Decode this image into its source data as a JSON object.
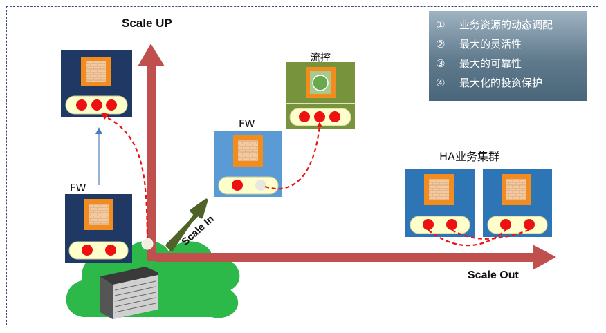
{
  "labels": {
    "scale_up": "Scale UP",
    "scale_out": "Scale Out",
    "scale_in": "Scale In",
    "fw_left": "FW",
    "fw_middle": "FW",
    "flow_control": "流控",
    "ha_cluster": "HA业务集群"
  },
  "legend": [
    {
      "num": "①",
      "text": "业务资源的动态调配"
    },
    {
      "num": "②",
      "text": "最大的灵活性"
    },
    {
      "num": "③",
      "text": "最大的可靠性"
    },
    {
      "num": "④",
      "text": "最大化的投资保护"
    }
  ],
  "colors": {
    "arrow_red": "#c0504d",
    "arrow_green": "#4f6228",
    "navy_box": "#1f3864",
    "blue_box": "#5b9bd5",
    "ha_box": "#2e75b6",
    "olive_box": "#77933c",
    "cloud_green": "#2db84a",
    "dot_red": "#ee1111",
    "pill_yellow": "#ffffcc"
  },
  "icons": [
    "firewall-icon",
    "flow-control-icon",
    "chassis-server-icon"
  ]
}
